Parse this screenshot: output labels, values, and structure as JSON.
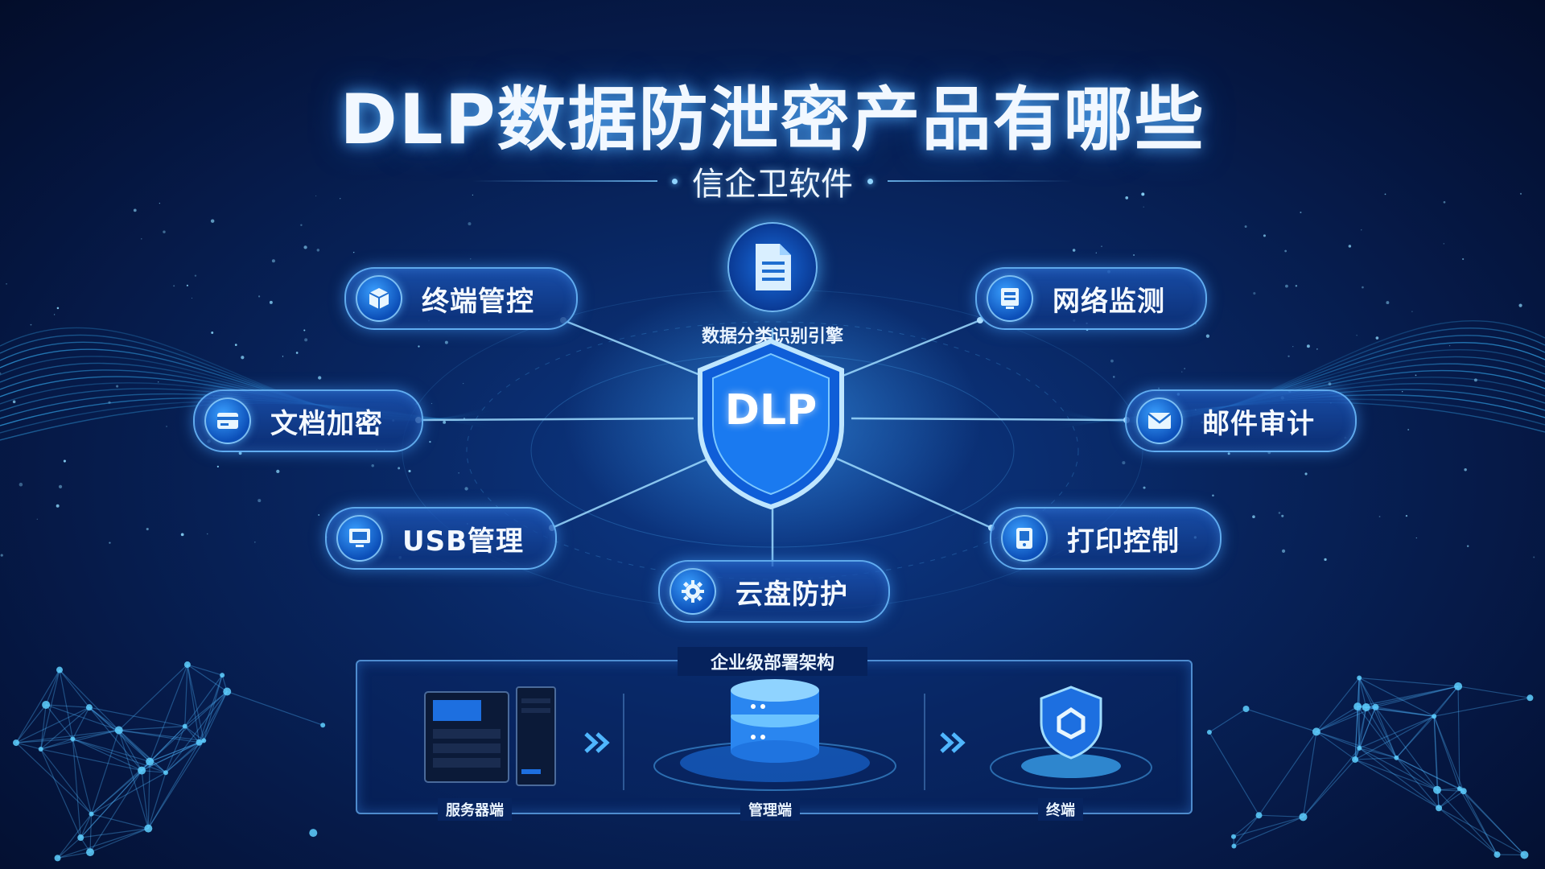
{
  "title": "DLP数据防泄密产品有哪些",
  "subtitle": "信企卫软件",
  "engine": {
    "label": "数据分类识别引擎",
    "icon": "document-icon"
  },
  "center": {
    "label": "DLP",
    "icon": "shield-icon"
  },
  "modules": [
    {
      "label": "终端管控",
      "icon": "cube-icon"
    },
    {
      "label": "文档加密",
      "icon": "card-icon"
    },
    {
      "label": "USB管理",
      "icon": "monitor-icon"
    },
    {
      "label": "云盘防护",
      "icon": "gear-icon"
    },
    {
      "label": "网络监测",
      "icon": "screen-icon"
    },
    {
      "label": "邮件审计",
      "icon": "mail-icon"
    },
    {
      "label": "打印控制",
      "icon": "device-icon"
    }
  ],
  "deployment": {
    "title": "企业级部署架构",
    "nodes": [
      {
        "label": "服务器端",
        "icon": "server-icon"
      },
      {
        "label": "管理端",
        "icon": "database-icon"
      },
      {
        "label": "终端",
        "icon": "terminal-shield-icon"
      }
    ]
  },
  "colors": {
    "accent": "#2f8cff",
    "glow": "#6cc8ff",
    "background": "#061a4a"
  }
}
